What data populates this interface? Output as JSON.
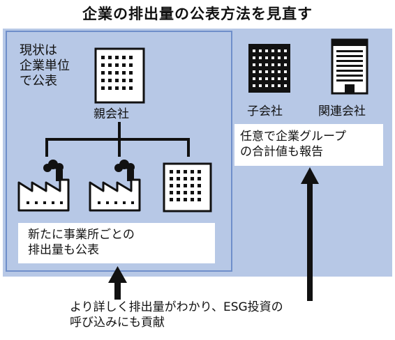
{
  "title": "企業の排出量の公表方法を見直す",
  "current_label": "現状は\n企業単位\nで公表",
  "parent_company": "親会社",
  "subsidiary": "子会社",
  "affiliate": "関連会社",
  "group_report": "任意で企業グループ\nの合計値も報告",
  "site_disclosure": "新たに事業所ごとの\n排出量も公表",
  "outcome": "より詳しく排出量がわかり、ESG投資の\n呼び込みにも貢献",
  "colors": {
    "panel": "#b7c8e6",
    "box_border": "#6f8fca",
    "dark": "#111111"
  }
}
